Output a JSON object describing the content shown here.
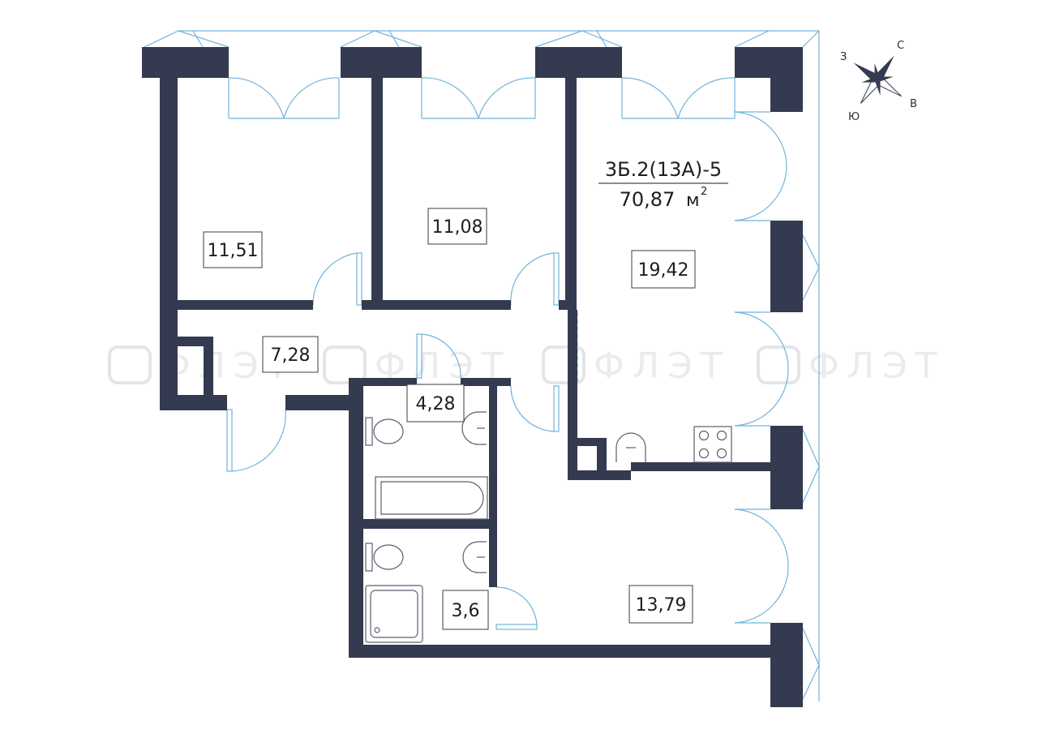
{
  "colors": {
    "wall": "#343a4f",
    "window_line": "#6fb3dc",
    "fixture_line": "#5a5f6e",
    "label_border": "#3d3d3d",
    "watermark": "#d2d4d8"
  },
  "apartment": {
    "code": "3Б.2(13А)-5",
    "area": "70,87",
    "unit": "м",
    "unit_power": "2"
  },
  "rooms": [
    {
      "id": "bedroom-1",
      "area": "11,51"
    },
    {
      "id": "bedroom-2",
      "area": "11,08"
    },
    {
      "id": "kitchen-living",
      "area": "19,42"
    },
    {
      "id": "hallway",
      "area": "7,28"
    },
    {
      "id": "bathroom",
      "area": "4,28"
    },
    {
      "id": "shower-room",
      "area": "3,6"
    },
    {
      "id": "living-room",
      "area": "13,79"
    }
  ],
  "compass": {
    "north": "С",
    "east": "В",
    "south": "Ю",
    "west": "З"
  },
  "watermark": {
    "text": "ФЛЭТ"
  }
}
